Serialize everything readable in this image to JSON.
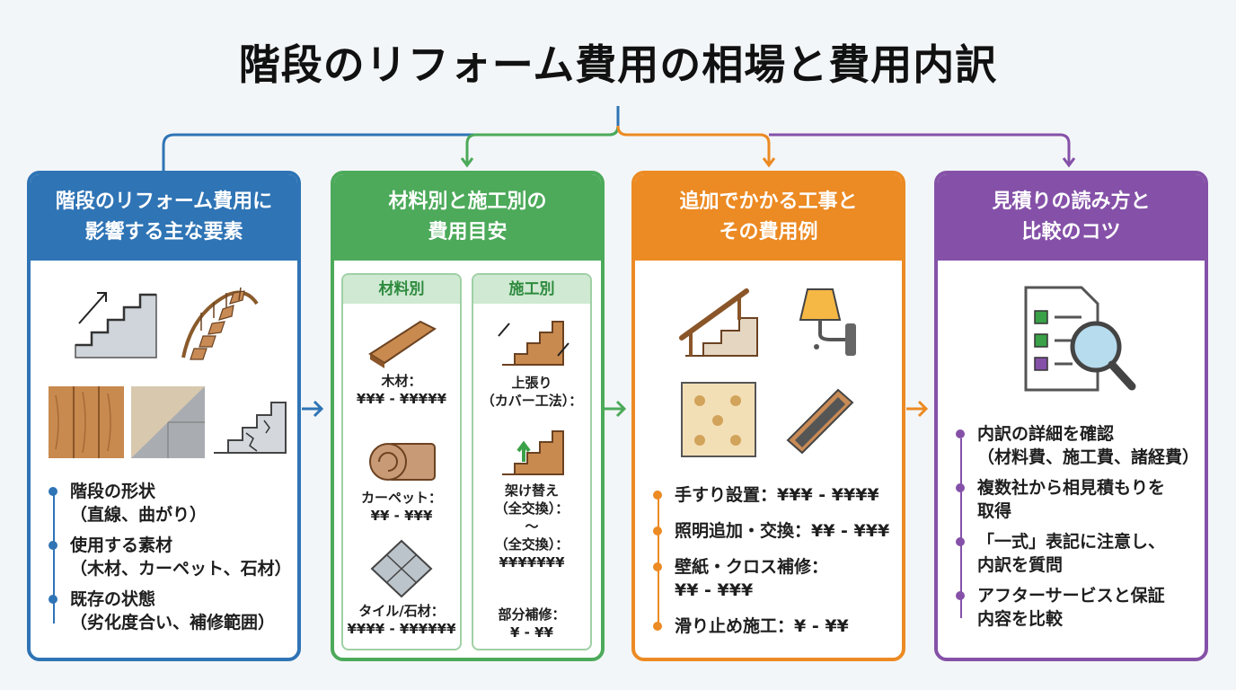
{
  "title": "階段のリフォーム費用の相場と費用内訳",
  "colors": {
    "blue": "#2f74b5",
    "green": "#4caa5a",
    "orange": "#ec8a23",
    "purple": "#8551a8"
  },
  "card1": {
    "title_line1": "階段のリフォーム費用に",
    "title_line2": "影響する主な要素",
    "items": [
      {
        "label": "階段の形状",
        "sub": "（直線、曲がり）"
      },
      {
        "label": "使用する素材",
        "sub": "（木材、カーペット、石材）"
      },
      {
        "label": "既存の状態",
        "sub": "（劣化度合い、補修範囲）"
      }
    ]
  },
  "card2": {
    "title_line1": "材料別と施工別の",
    "title_line2": "費用目安",
    "materials": {
      "header": "材料別",
      "items": [
        {
          "label": "木材：",
          "price": "¥¥¥ - ¥¥¥¥¥"
        },
        {
          "label": "カーペット：",
          "price": "¥¥ - ¥¥¥"
        },
        {
          "label": "タイル/石材：",
          "price": "¥¥¥¥ - ¥¥¥¥¥¥"
        }
      ]
    },
    "methods": {
      "header": "施工別",
      "item1": {
        "line1": "上張り",
        "line2": "（カバー工法）："
      },
      "item2": {
        "line1": "架け替え",
        "line2": "（全交換）：",
        "line3": "〜",
        "line4": "（全交換）：",
        "line5": "¥¥¥¥¥¥¥"
      },
      "item3": {
        "line1": "部分補修：",
        "line2": "¥ - ¥¥"
      }
    }
  },
  "card3": {
    "title_line1": "追加でかかる工事と",
    "title_line2": "その費用例",
    "items": [
      {
        "label": "手すり設置：¥¥¥ - ¥¥¥¥"
      },
      {
        "label": "照明追加・交換：¥¥ - ¥¥¥"
      },
      {
        "label": "壁紙・クロス補修：",
        "sub": "¥¥ - ¥¥¥"
      },
      {
        "label": "滑り止め施工：¥ - ¥¥"
      }
    ]
  },
  "card4": {
    "title_line1": "見積りの読み方と",
    "title_line2": "比較のコツ",
    "items": [
      {
        "label": "内訳の詳細を確認",
        "sub": "（材料費、施工費、諸経費）"
      },
      {
        "label": "複数社から相見積もりを",
        "sub": "取得"
      },
      {
        "label": "「一式」表記に注意し、",
        "sub": "内訳を質問"
      },
      {
        "label": "アフターサービスと保証",
        "sub": "内容を比較"
      }
    ]
  }
}
